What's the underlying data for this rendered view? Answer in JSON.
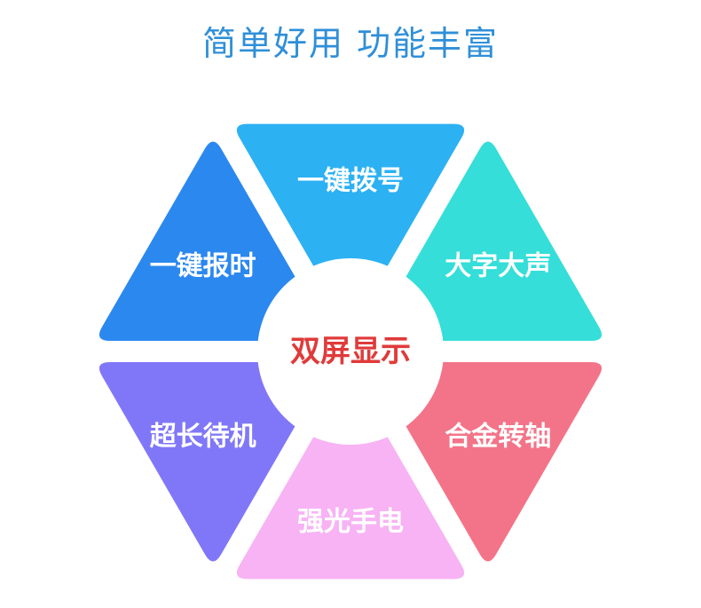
{
  "title": "简单好用 功能丰富",
  "colors": {
    "title": "#2f8fd8",
    "center_text": "#e03a3a",
    "center_fill": "#ffffff"
  },
  "center": {
    "label": "双屏显示"
  },
  "segments": [
    {
      "label": "一键拨号",
      "color": "#2cb1f3"
    },
    {
      "label": "大字大声",
      "color": "#35ded8"
    },
    {
      "label": "合金转轴",
      "color": "#f37488"
    },
    {
      "label": "强光手电",
      "color": "#f7b3f4"
    },
    {
      "label": "超长待机",
      "color": "#8077f8"
    },
    {
      "label": "一键报时",
      "color": "#2b88ef"
    }
  ]
}
